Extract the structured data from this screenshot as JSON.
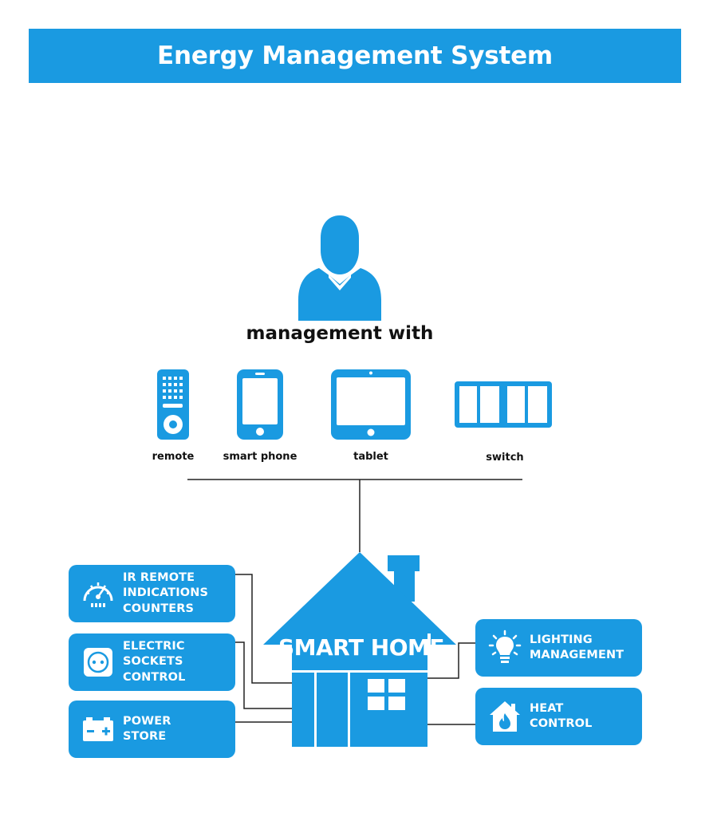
{
  "title": "Energy Management System",
  "user_heading": "management with",
  "devices": [
    {
      "label": "remote",
      "icon": "remote-control-icon"
    },
    {
      "label": "smart phone",
      "icon": "smartphone-icon"
    },
    {
      "label": "tablet",
      "icon": "tablet-icon"
    },
    {
      "label": "switch",
      "icon": "wall-switch-icon"
    }
  ],
  "house_label": "SMART HOME",
  "left_cards": [
    {
      "line1": "IR REMOTE",
      "line2": "INDICATIONS",
      "line3": "COUNTERS",
      "icon": "gauge-meter-icon"
    },
    {
      "line1": "ELECTRIC",
      "line2": "SOCKETS",
      "line3": "CONTROL",
      "icon": "power-socket-icon"
    },
    {
      "line1": "POWER",
      "line2": "STORE",
      "icon": "battery-icon"
    }
  ],
  "right_cards": [
    {
      "line1": "LIGHTING",
      "line2": "MANAGEMENT",
      "icon": "light-bulb-icon"
    },
    {
      "line1": "HEAT",
      "line2": "CONTROL",
      "icon": "home-heating-icon"
    }
  ],
  "colors": {
    "accent": "#1a9ae1",
    "line": "#222222",
    "text": "#111111"
  }
}
